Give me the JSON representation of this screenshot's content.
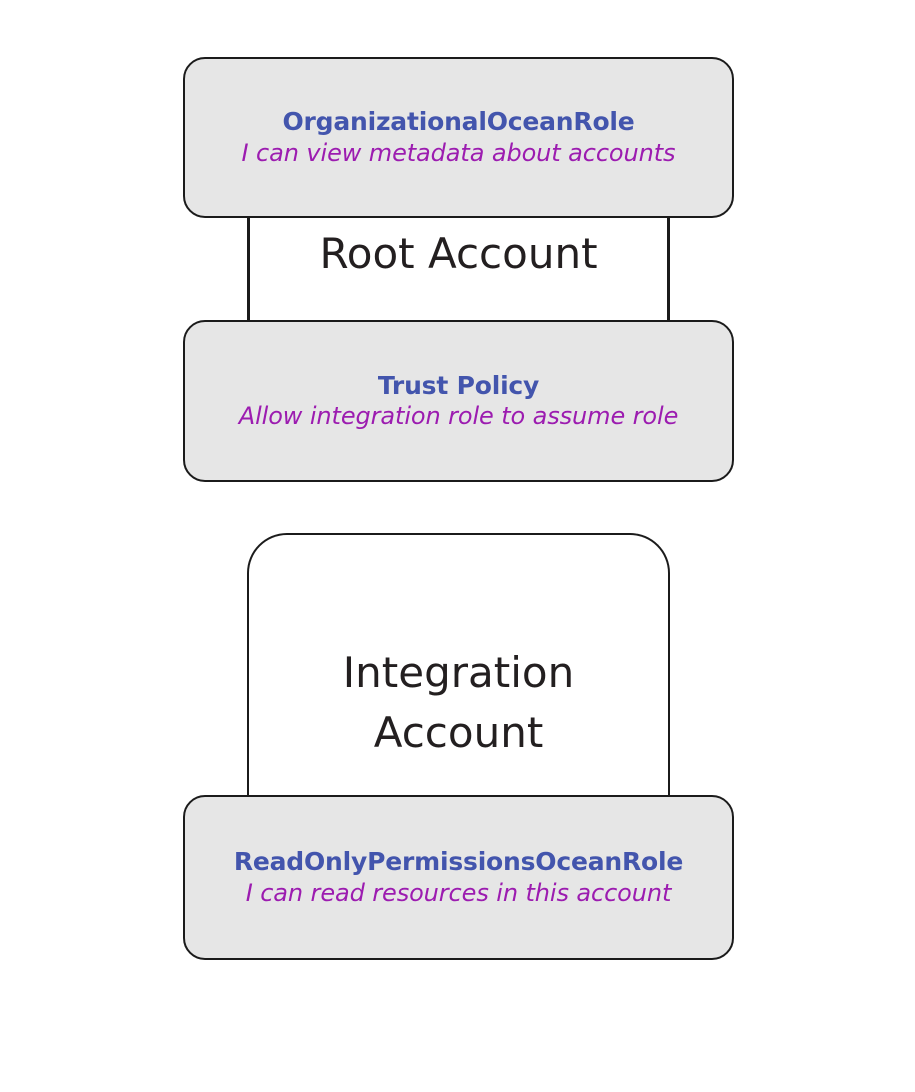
{
  "diagram": {
    "title": "AWS cross-account Ocean role trust diagram",
    "background_color": "#ffffff",
    "box_fill_color": "#e6e6e6",
    "box_border_color": "#1b1b1b",
    "role_title_color": "#4355ad",
    "role_subtitle_color": "#9c1cb0",
    "account_label_color": "#231f20"
  },
  "root_account": {
    "label": "Root Account",
    "organizational_role": {
      "title": "OrganizationalOceanRole",
      "subtitle": "I can view metadata about accounts"
    },
    "trust_policy": {
      "title": "Trust Policy",
      "subtitle": "Allow integration role to assume role"
    }
  },
  "integration_account": {
    "label_line1": "Integration",
    "label_line2": "Account",
    "readonly_role": {
      "title": "ReadOnlyPermissionsOceanRole",
      "subtitle": "I can read resources in this account"
    }
  }
}
